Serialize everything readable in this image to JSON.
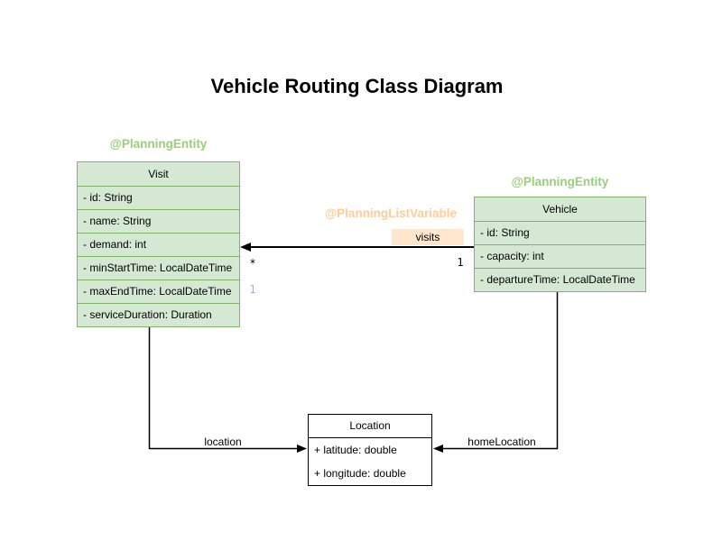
{
  "title": "Vehicle Routing Class Diagram",
  "colors": {
    "entity_fill": "#d5e8d4",
    "entity_border": "#82b366",
    "annotation_green": "#97d077",
    "annotation_orange": "#ffcc99",
    "visits_badge_bg": "#ffe6cc",
    "plain_fill": "#ffffff",
    "plain_border": "#000000",
    "edge_color": "#000000",
    "muted_multiplicity": "#b5a6d1"
  },
  "classes": {
    "visit": {
      "annotation": "@PlanningEntity",
      "name": "Visit",
      "attributes": [
        "- id: String",
        "- name: String",
        "- demand: int",
        "- minStartTime: LocalDateTime",
        "- maxEndTime: LocalDateTime",
        "- serviceDuration: Duration"
      ]
    },
    "vehicle": {
      "annotation": "@PlanningEntity",
      "name": "Vehicle",
      "attributes": [
        "- id: String",
        "- capacity: int",
        "- departureTime: LocalDateTime"
      ]
    },
    "location": {
      "name": "Location",
      "attributes": [
        "+ latitude: double",
        "+ longitude: double"
      ]
    }
  },
  "relations": {
    "visits": {
      "annotation": "@PlanningListVariable",
      "label": "visits",
      "target_multiplicity": "*",
      "source_multiplicity": "1",
      "extra_multiplicity": "1"
    },
    "location": {
      "label": "location"
    },
    "home_location": {
      "label": "homeLocation"
    }
  }
}
